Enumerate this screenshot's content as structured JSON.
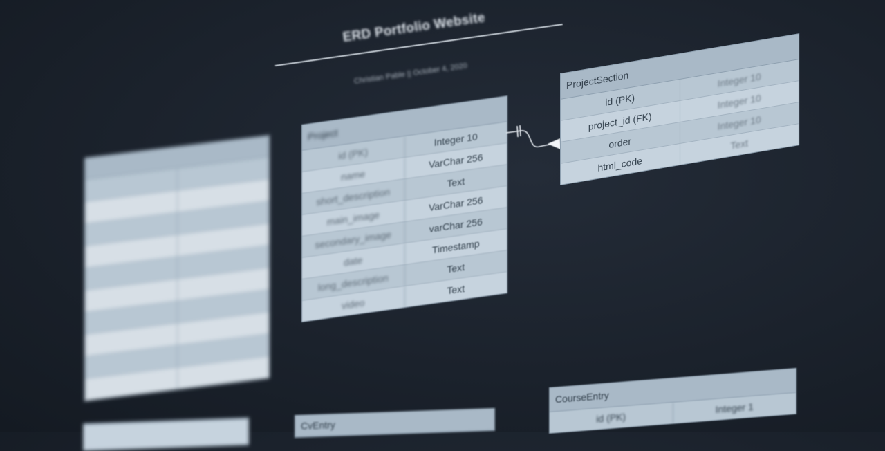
{
  "diagram": {
    "title": "ERD Portfolio Website",
    "subtitle": "Christian Pable || October 4, 2020"
  },
  "entities": {
    "project": {
      "name": "Project",
      "rows": [
        {
          "name": "id (PK)",
          "type": "Integer 10"
        },
        {
          "name": "name",
          "type": "VarChar 256"
        },
        {
          "name": "short_description",
          "type": "Text"
        },
        {
          "name": "main_image",
          "type": "VarChar 256"
        },
        {
          "name": "secondary_image",
          "type": "varChar 256"
        },
        {
          "name": "date",
          "type": "Timestamp"
        },
        {
          "name": "long_description",
          "type": "Text"
        },
        {
          "name": "video",
          "type": "Text"
        }
      ]
    },
    "project_section": {
      "name": "ProjectSection",
      "rows": [
        {
          "name": "id (PK)",
          "type": "Integer 10"
        },
        {
          "name": "project_id (FK)",
          "type": "Integer 10"
        },
        {
          "name": "order",
          "type": "Integer 10"
        },
        {
          "name": "html_code",
          "type": "Text"
        }
      ]
    },
    "left_entity": {
      "name": "",
      "rows": [
        {
          "name": "",
          "type": ""
        },
        {
          "name": "",
          "type": ""
        },
        {
          "name": "",
          "type": ""
        },
        {
          "name": "",
          "type": ""
        },
        {
          "name": "",
          "type": ""
        },
        {
          "name": "",
          "type": ""
        },
        {
          "name": "",
          "type": ""
        },
        {
          "name": "",
          "type": ""
        },
        {
          "name": "",
          "type": ""
        },
        {
          "name": "",
          "type": ""
        }
      ]
    },
    "cv_entry": {
      "name": "CvEntry"
    },
    "course_entry": {
      "name": "CourseEntry",
      "rows": [
        {
          "name": "id (PK)",
          "type": "Integer 1"
        }
      ]
    }
  },
  "relationships": [
    {
      "from": "Project",
      "to": "ProjectSection",
      "kind": "one-to-many"
    }
  ]
}
